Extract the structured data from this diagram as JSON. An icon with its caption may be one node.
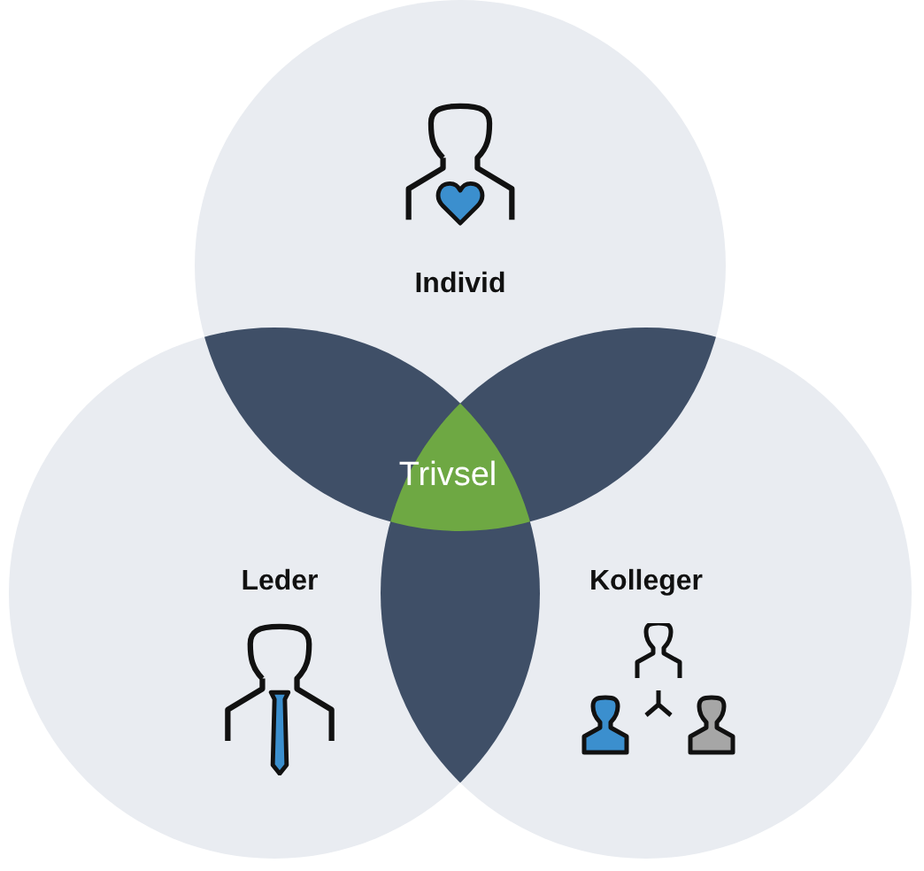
{
  "diagram": {
    "nodes": [
      {
        "text": [
          "Individ"
        ]
      },
      {
        "text": [
          "Trivsel"
        ]
      },
      {
        "text": [
          "Leder"
        ]
      },
      {
        "text": [
          "Kolleger"
        ]
      }
    ]
  }
}
